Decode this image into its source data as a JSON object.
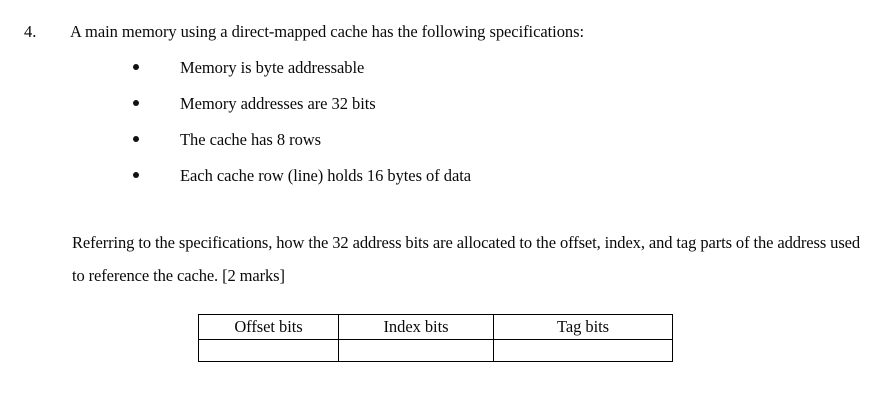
{
  "question": {
    "number": "4.",
    "intro": "A main memory using a direct-mapped cache has the following specifications:",
    "bullets": [
      {
        "text": "Memory is byte addressable"
      },
      {
        "text": "Memory addresses are 32 bits"
      },
      {
        "text": "The cache has 8 rows"
      },
      {
        "text": "Each cache row (line) holds 16 bytes of data"
      }
    ],
    "paragraph": "Referring to the specifications, how the 32 address bits are allocated to the offset, index, and tag parts of the address used to reference the cache. [2 marks]",
    "marks": "[2 marks]"
  },
  "answer_table": {
    "headers": [
      "Offset bits",
      "Index bits",
      "Tag bits"
    ],
    "rows": [
      [
        "",
        "",
        ""
      ]
    ]
  },
  "colors": {
    "page_background": "#ffffff",
    "text": "#0a0a0a",
    "table_border": "#000000"
  }
}
